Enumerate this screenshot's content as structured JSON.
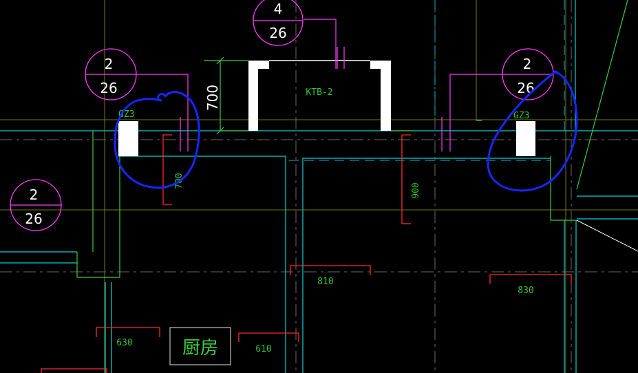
{
  "colors": {
    "background": "#000000",
    "cyan": "#00e6e6",
    "green": "#00d200",
    "magenta": "#ff00ff",
    "red": "#ff2020",
    "white": "#ffffff",
    "yellow_grid": "#8a8a00",
    "blue_markup": "#1428ff",
    "dim_text": "#2ecc2e"
  },
  "callouts": {
    "top": {
      "num": "4",
      "den": "26"
    },
    "upper_left": {
      "num": "2",
      "den": "26"
    },
    "upper_right": {
      "num": "2",
      "den": "26"
    },
    "left": {
      "num": "2",
      "den": "26"
    }
  },
  "labels": {
    "column_left": "GZ3",
    "column_right": "GZ3",
    "ktb": "KTB-2",
    "dim_700_big": "700",
    "dim_700_small": "700",
    "dim_900": "900",
    "dim_810": "810",
    "dim_830": "830",
    "dim_630": "630",
    "dim_610": "610",
    "room": "厨房"
  }
}
